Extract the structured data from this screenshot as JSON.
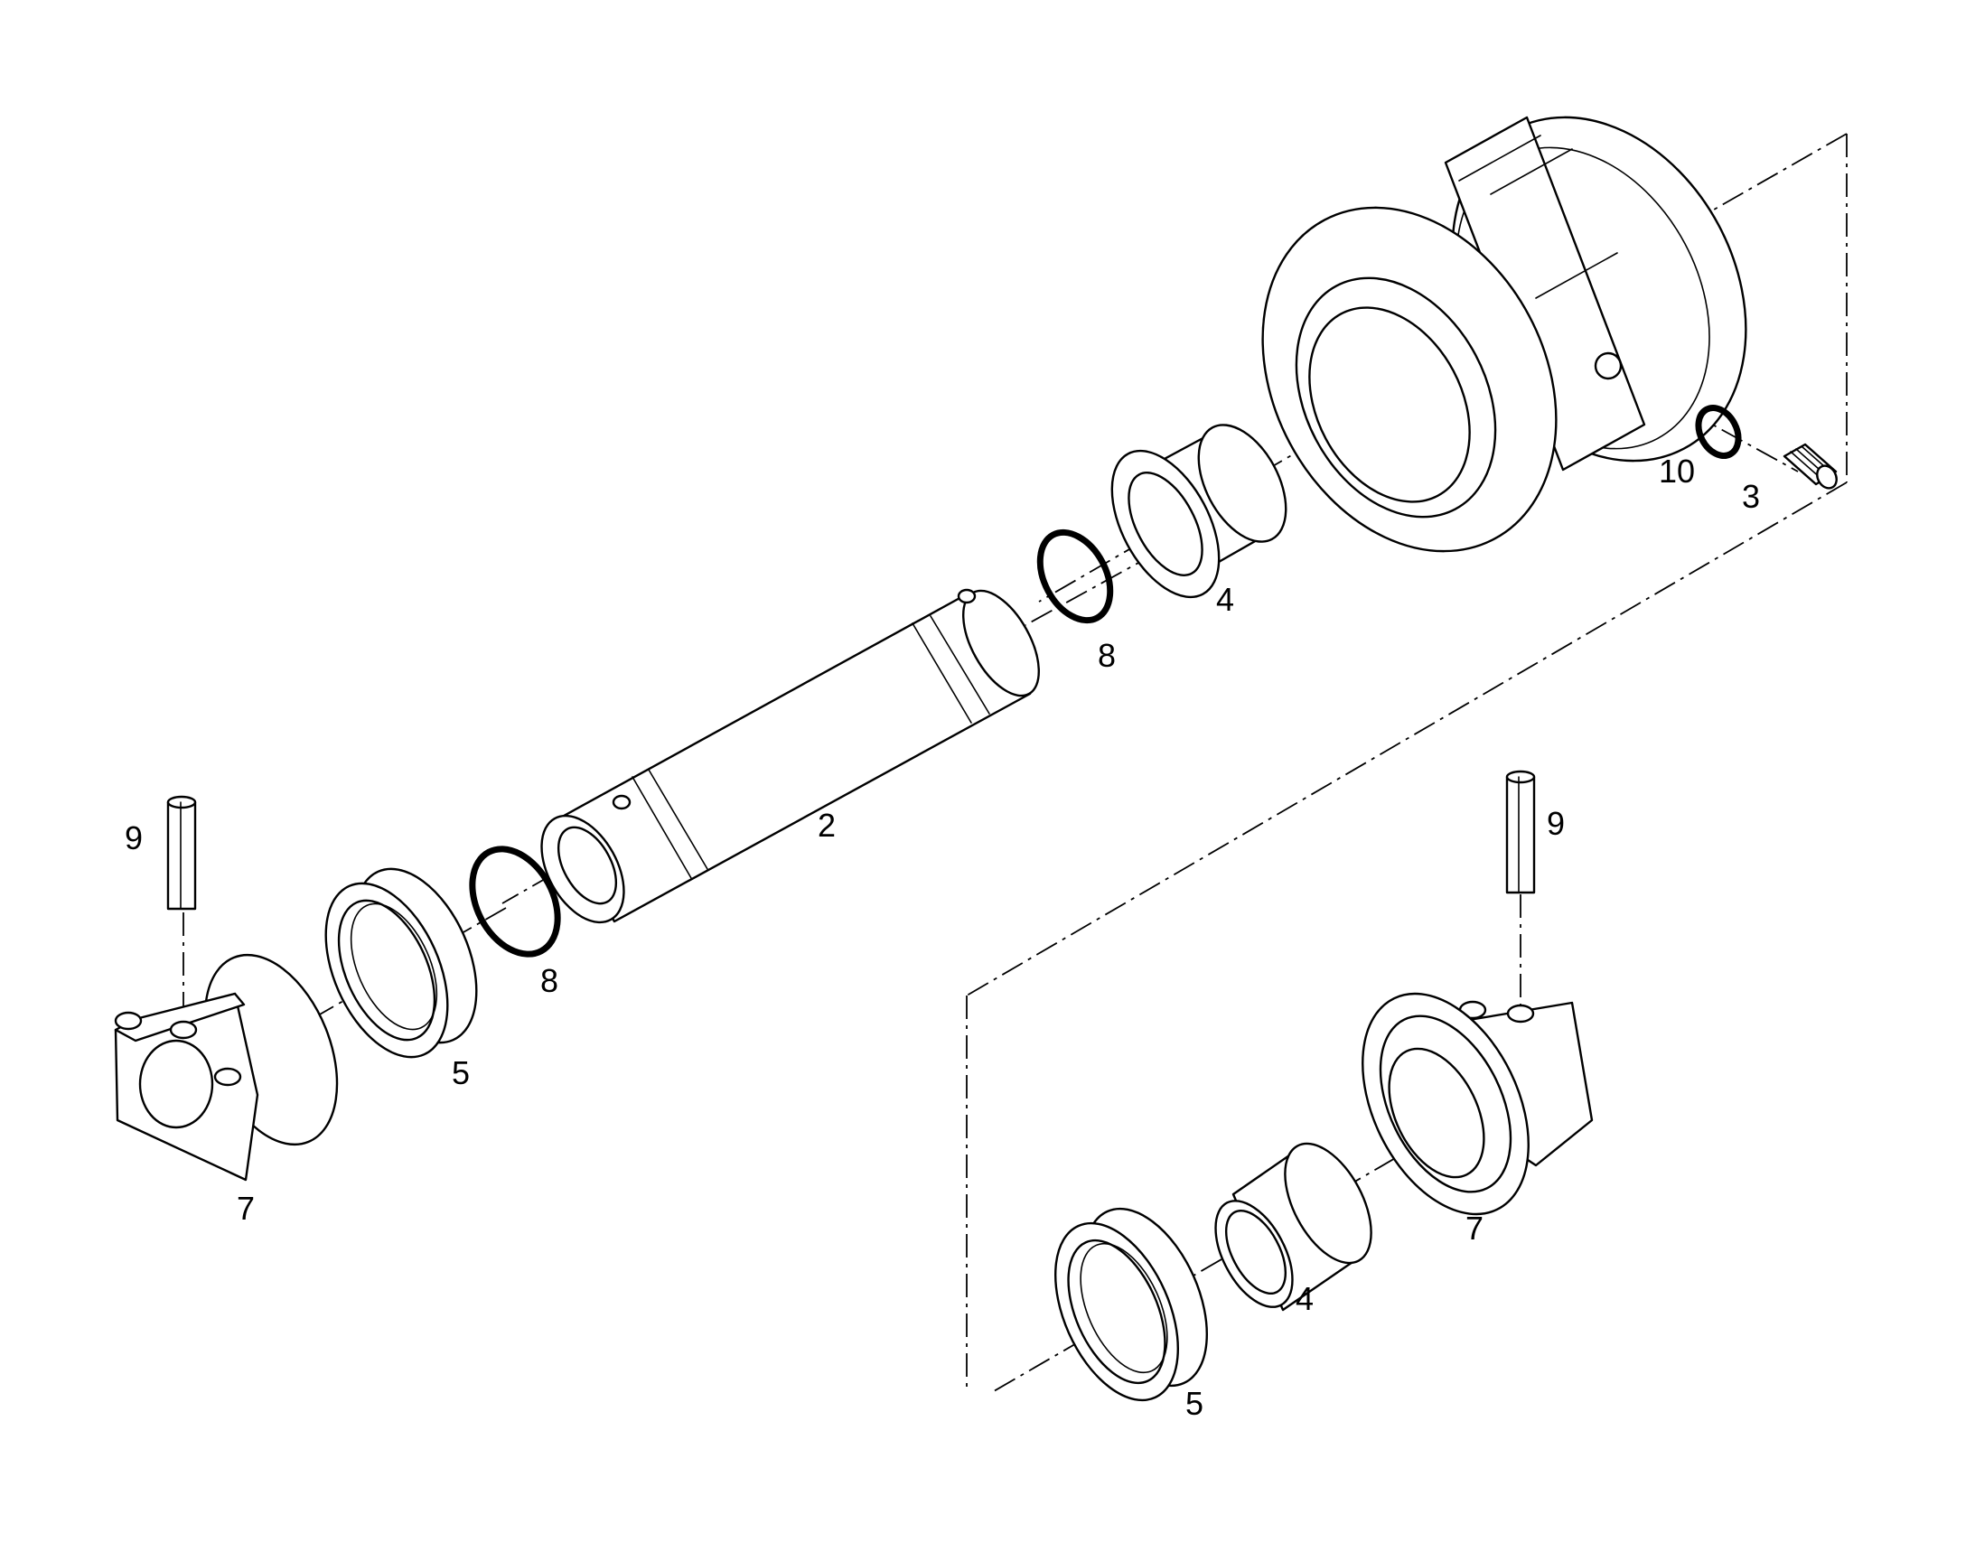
{
  "callouts": {
    "shaft": "2",
    "plug": "3",
    "bushing_right": "4",
    "bushing_left_lower": "4",
    "seal_left": "5",
    "seal_lower": "5",
    "bracket_left": "7",
    "bracket_lower": "7",
    "oring_left": "8",
    "oring_right": "8",
    "pin_left": "9",
    "pin_lower": "9",
    "oring_small": "10"
  }
}
